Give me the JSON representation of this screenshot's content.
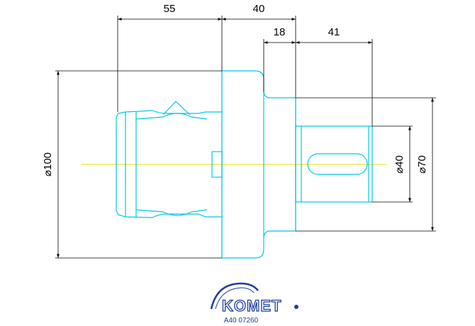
{
  "dimensions": {
    "len_55": "55",
    "len_40": "40",
    "len_18": "18",
    "len_41": "41",
    "dia_100": "⌀100",
    "dia_40": "⌀40",
    "dia_70": "⌀70"
  },
  "logo": {
    "brand": "KOMET",
    "part_code": "A40 07260"
  },
  "colors": {
    "outline": "#00c8e6",
    "dimension": "#000000",
    "centerline": "#e6e600",
    "logo_blue": "#1f3c9b"
  }
}
